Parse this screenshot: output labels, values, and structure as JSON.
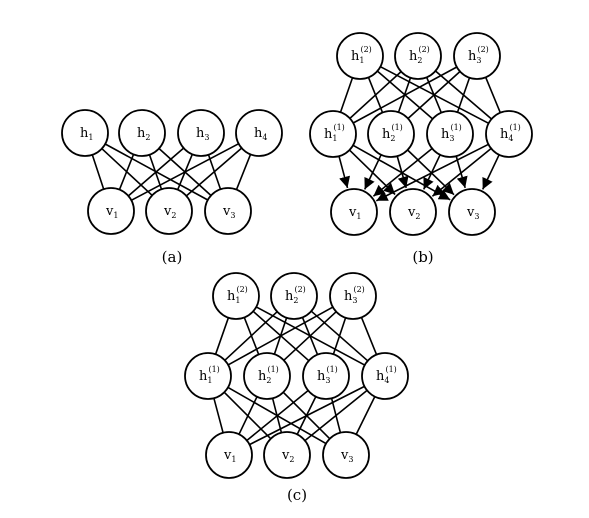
{
  "diagrams": [
    {
      "caption": "(a)",
      "nodes": [
        {
          "id": "h1",
          "base": "h",
          "sub": "1",
          "sup": ""
        },
        {
          "id": "h2",
          "base": "h",
          "sub": "2",
          "sup": ""
        },
        {
          "id": "h3",
          "base": "h",
          "sub": "3",
          "sup": ""
        },
        {
          "id": "h4",
          "base": "h",
          "sub": "4",
          "sup": ""
        },
        {
          "id": "v1",
          "base": "v",
          "sub": "1",
          "sup": ""
        },
        {
          "id": "v2",
          "base": "v",
          "sub": "2",
          "sup": ""
        },
        {
          "id": "v3",
          "base": "v",
          "sub": "3",
          "sup": ""
        }
      ],
      "edges": [
        [
          "h1",
          "v1",
          false
        ],
        [
          "h1",
          "v2",
          false
        ],
        [
          "h1",
          "v3",
          false
        ],
        [
          "h2",
          "v1",
          false
        ],
        [
          "h2",
          "v2",
          false
        ],
        [
          "h2",
          "v3",
          false
        ],
        [
          "h3",
          "v1",
          false
        ],
        [
          "h3",
          "v2",
          false
        ],
        [
          "h3",
          "v3",
          false
        ],
        [
          "h4",
          "v1",
          false
        ],
        [
          "h4",
          "v2",
          false
        ],
        [
          "h4",
          "v3",
          false
        ]
      ]
    },
    {
      "caption": "(b)",
      "nodes": [
        {
          "id": "t1",
          "base": "h",
          "sub": "1",
          "sup": "(2)"
        },
        {
          "id": "t2",
          "base": "h",
          "sub": "2",
          "sup": "(2)"
        },
        {
          "id": "t3",
          "base": "h",
          "sub": "3",
          "sup": "(2)"
        },
        {
          "id": "m1",
          "base": "h",
          "sub": "1",
          "sup": "(1)"
        },
        {
          "id": "m2",
          "base": "h",
          "sub": "2",
          "sup": "(1)"
        },
        {
          "id": "m3",
          "base": "h",
          "sub": "3",
          "sup": "(1)"
        },
        {
          "id": "m4",
          "base": "h",
          "sub": "4",
          "sup": "(1)"
        },
        {
          "id": "v1",
          "base": "v",
          "sub": "1",
          "sup": ""
        },
        {
          "id": "v2",
          "base": "v",
          "sub": "2",
          "sup": ""
        },
        {
          "id": "v3",
          "base": "v",
          "sub": "3",
          "sup": ""
        }
      ],
      "edges": [
        [
          "t1",
          "m1",
          false
        ],
        [
          "t1",
          "m2",
          false
        ],
        [
          "t1",
          "m3",
          false
        ],
        [
          "t1",
          "m4",
          false
        ],
        [
          "t2",
          "m1",
          false
        ],
        [
          "t2",
          "m2",
          false
        ],
        [
          "t2",
          "m3",
          false
        ],
        [
          "t2",
          "m4",
          false
        ],
        [
          "t3",
          "m1",
          false
        ],
        [
          "t3",
          "m2",
          false
        ],
        [
          "t3",
          "m3",
          false
        ],
        [
          "t3",
          "m4",
          false
        ],
        [
          "m1",
          "v1",
          true
        ],
        [
          "m1",
          "v2",
          true
        ],
        [
          "m1",
          "v3",
          true
        ],
        [
          "m2",
          "v1",
          true
        ],
        [
          "m2",
          "v2",
          true
        ],
        [
          "m2",
          "v3",
          true
        ],
        [
          "m3",
          "v1",
          true
        ],
        [
          "m3",
          "v2",
          true
        ],
        [
          "m3",
          "v3",
          true
        ],
        [
          "m4",
          "v1",
          true
        ],
        [
          "m4",
          "v2",
          true
        ],
        [
          "m4",
          "v3",
          true
        ]
      ]
    },
    {
      "caption": "(c)",
      "nodes": [
        {
          "id": "t1",
          "base": "h",
          "sub": "1",
          "sup": "(2)"
        },
        {
          "id": "t2",
          "base": "h",
          "sub": "2",
          "sup": "(2)"
        },
        {
          "id": "t3",
          "base": "h",
          "sub": "3",
          "sup": "(2)"
        },
        {
          "id": "m1",
          "base": "h",
          "sub": "1",
          "sup": "(1)"
        },
        {
          "id": "m2",
          "base": "h",
          "sub": "2",
          "sup": "(1)"
        },
        {
          "id": "m3",
          "base": "h",
          "sub": "3",
          "sup": "(1)"
        },
        {
          "id": "m4",
          "base": "h",
          "sub": "4",
          "sup": "(1)"
        },
        {
          "id": "v1",
          "base": "v",
          "sub": "1",
          "sup": ""
        },
        {
          "id": "v2",
          "base": "v",
          "sub": "2",
          "sup": ""
        },
        {
          "id": "v3",
          "base": "v",
          "sub": "3",
          "sup": ""
        }
      ],
      "edges": [
        [
          "t1",
          "m1",
          false
        ],
        [
          "t1",
          "m2",
          false
        ],
        [
          "t1",
          "m3",
          false
        ],
        [
          "t1",
          "m4",
          false
        ],
        [
          "t2",
          "m1",
          false
        ],
        [
          "t2",
          "m2",
          false
        ],
        [
          "t2",
          "m3",
          false
        ],
        [
          "t2",
          "m4",
          false
        ],
        [
          "t3",
          "m1",
          false
        ],
        [
          "t3",
          "m2",
          false
        ],
        [
          "t3",
          "m3",
          false
        ],
        [
          "t3",
          "m4",
          false
        ],
        [
          "m1",
          "v1",
          false
        ],
        [
          "m1",
          "v2",
          false
        ],
        [
          "m1",
          "v3",
          false
        ],
        [
          "m2",
          "v1",
          false
        ],
        [
          "m2",
          "v2",
          false
        ],
        [
          "m2",
          "v3",
          false
        ],
        [
          "m3",
          "v1",
          false
        ],
        [
          "m3",
          "v2",
          false
        ],
        [
          "m3",
          "v3",
          false
        ],
        [
          "m4",
          "v1",
          false
        ],
        [
          "m4",
          "v2",
          false
        ],
        [
          "m4",
          "v3",
          false
        ]
      ]
    }
  ]
}
